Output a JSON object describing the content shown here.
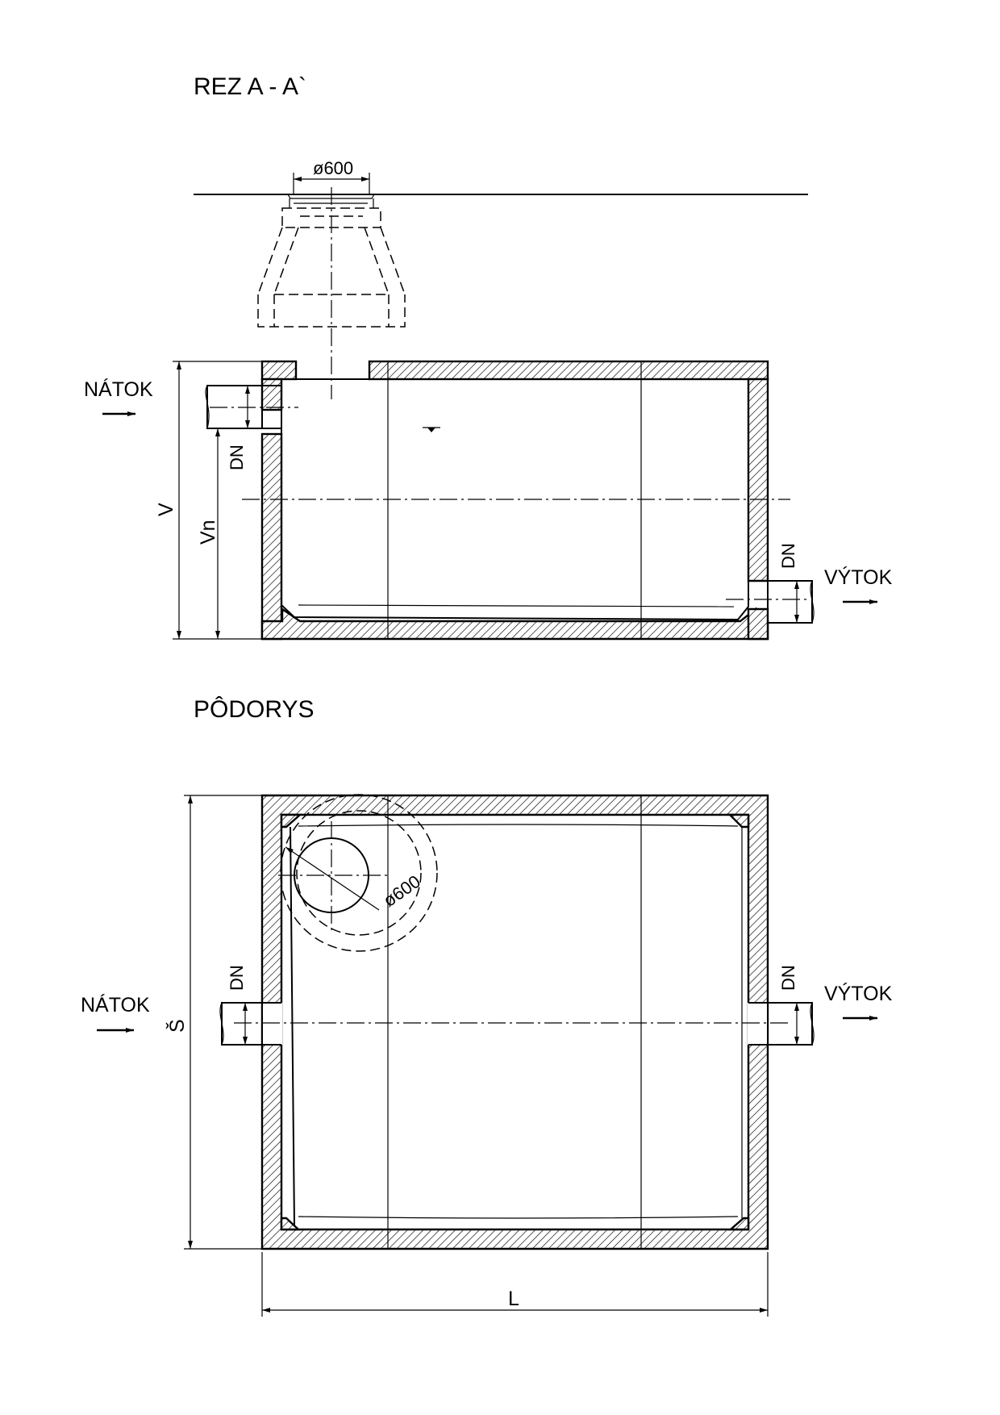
{
  "section": {
    "title": "REZ A - A`",
    "manhole_diameter": "ø600",
    "inlet_label": "NÁTOK",
    "outlet_label": "VÝTOK",
    "dim_total_height": "V",
    "dim_water_height": "Vn",
    "dim_inlet_pipe": "DN",
    "dim_outlet_pipe": "DN"
  },
  "plan": {
    "title": "PÔDORYS",
    "manhole_diameter": "ø600",
    "inlet_label": "NÁTOK",
    "outlet_label": "VÝTOK",
    "dim_width": "Š",
    "dim_length": "L",
    "dim_inlet_pipe": "DN",
    "dim_outlet_pipe": "DN"
  }
}
